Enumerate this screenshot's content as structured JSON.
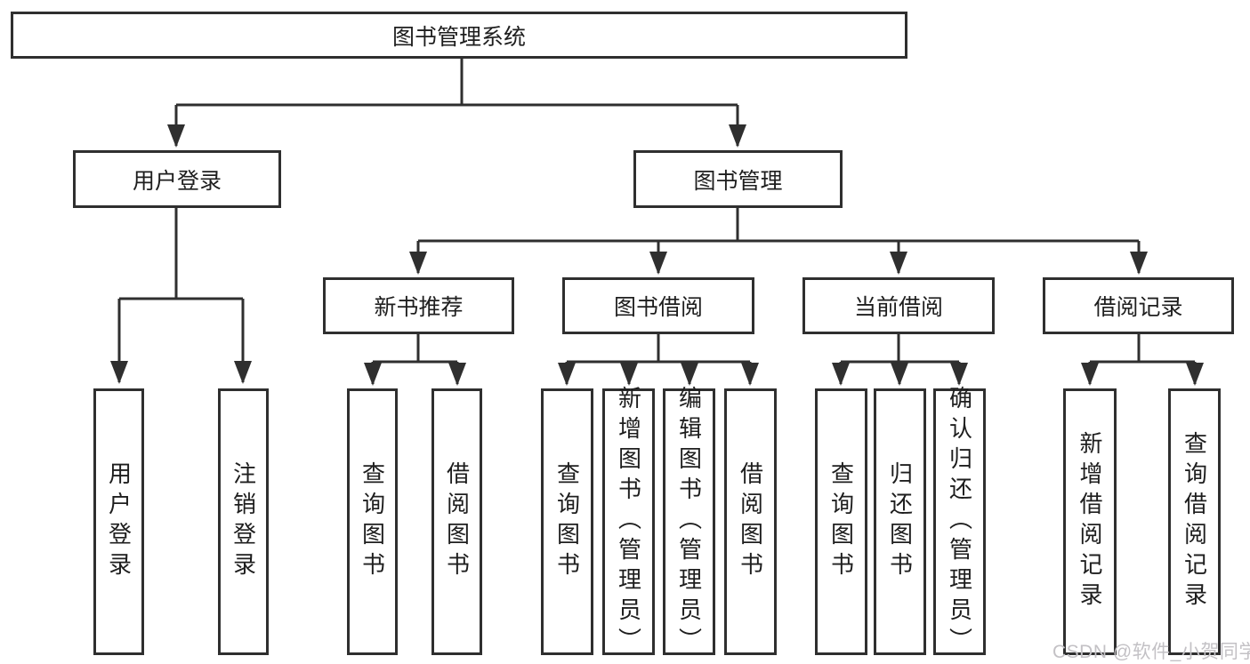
{
  "diagram": {
    "root": "图书管理系统",
    "branches": {
      "user_login": "用户登录",
      "book_mgmt": "图书管理"
    },
    "modules": {
      "new_book": "新书推荐",
      "borrow": "图书借阅",
      "current": "当前借阅",
      "records": "借阅记录"
    },
    "leaves": {
      "login": "用户登录",
      "logout": "注销登录",
      "nb_query": "查询图书",
      "nb_borrow": "借阅图书",
      "bw_query": "查询图书",
      "bw_add": "新增图书（管理员）",
      "bw_edit": "编辑图书（管理员）",
      "bw_borrow": "借阅图书",
      "cu_query": "查询图书",
      "cu_return": "归还图书",
      "cu_confirm": "确认归还（管理员）",
      "rc_add": "新增借阅记录",
      "rc_query": "查询借阅记录"
    }
  },
  "watermark": "CSDN @软件_小贺同学",
  "colors": {
    "line": "#2f2f2f",
    "text": "#1e1e1e",
    "watermark": "#c3c1c5",
    "background": "#ffffff"
  }
}
